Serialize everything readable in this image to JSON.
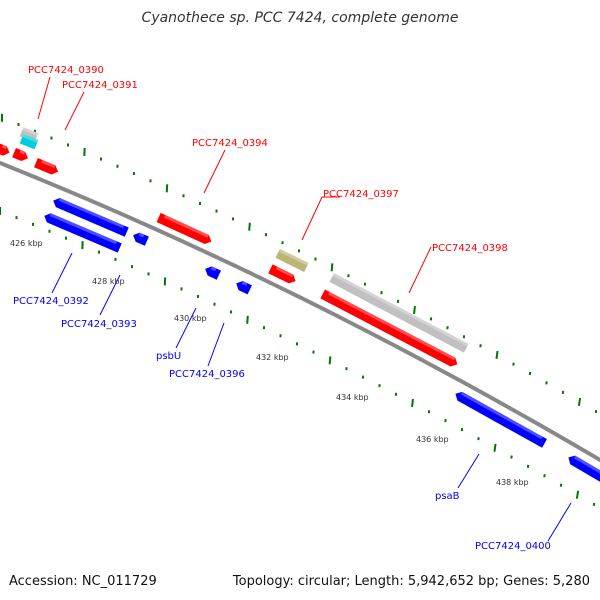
{
  "title": "Cyanothece sp. PCC 7424, complete genome",
  "accession": "Accession: NC_011729",
  "summary": "Topology: circular; Length: 5,942,652 bp; Genes: 5,280",
  "colors": {
    "forward": "#ff0000",
    "reverse": "#0000ff",
    "backbone": "#888888",
    "ticks": "#007700",
    "other": "#c0c0c0",
    "rna": "#00ccdd",
    "misc": "#bbb677"
  },
  "ticks": [
    "426 kbp",
    "428 kbp",
    "430 kbp",
    "432 kbp",
    "434 kbp",
    "436 kbp",
    "438 kbp"
  ],
  "labels": {
    "l0390": "PCC7424_0390",
    "l0391": "PCC7424_0391",
    "l0394": "PCC7424_0394",
    "l0397": "PCC7424_0397",
    "l0398": "PCC7424_0398",
    "l0392": "PCC7424_0392",
    "l0393": "PCC7424_0393",
    "psbU": "psbU",
    "l0396": "PCC7424_0396",
    "psaB": "psaB",
    "l0400": "PCC7424_0400"
  }
}
